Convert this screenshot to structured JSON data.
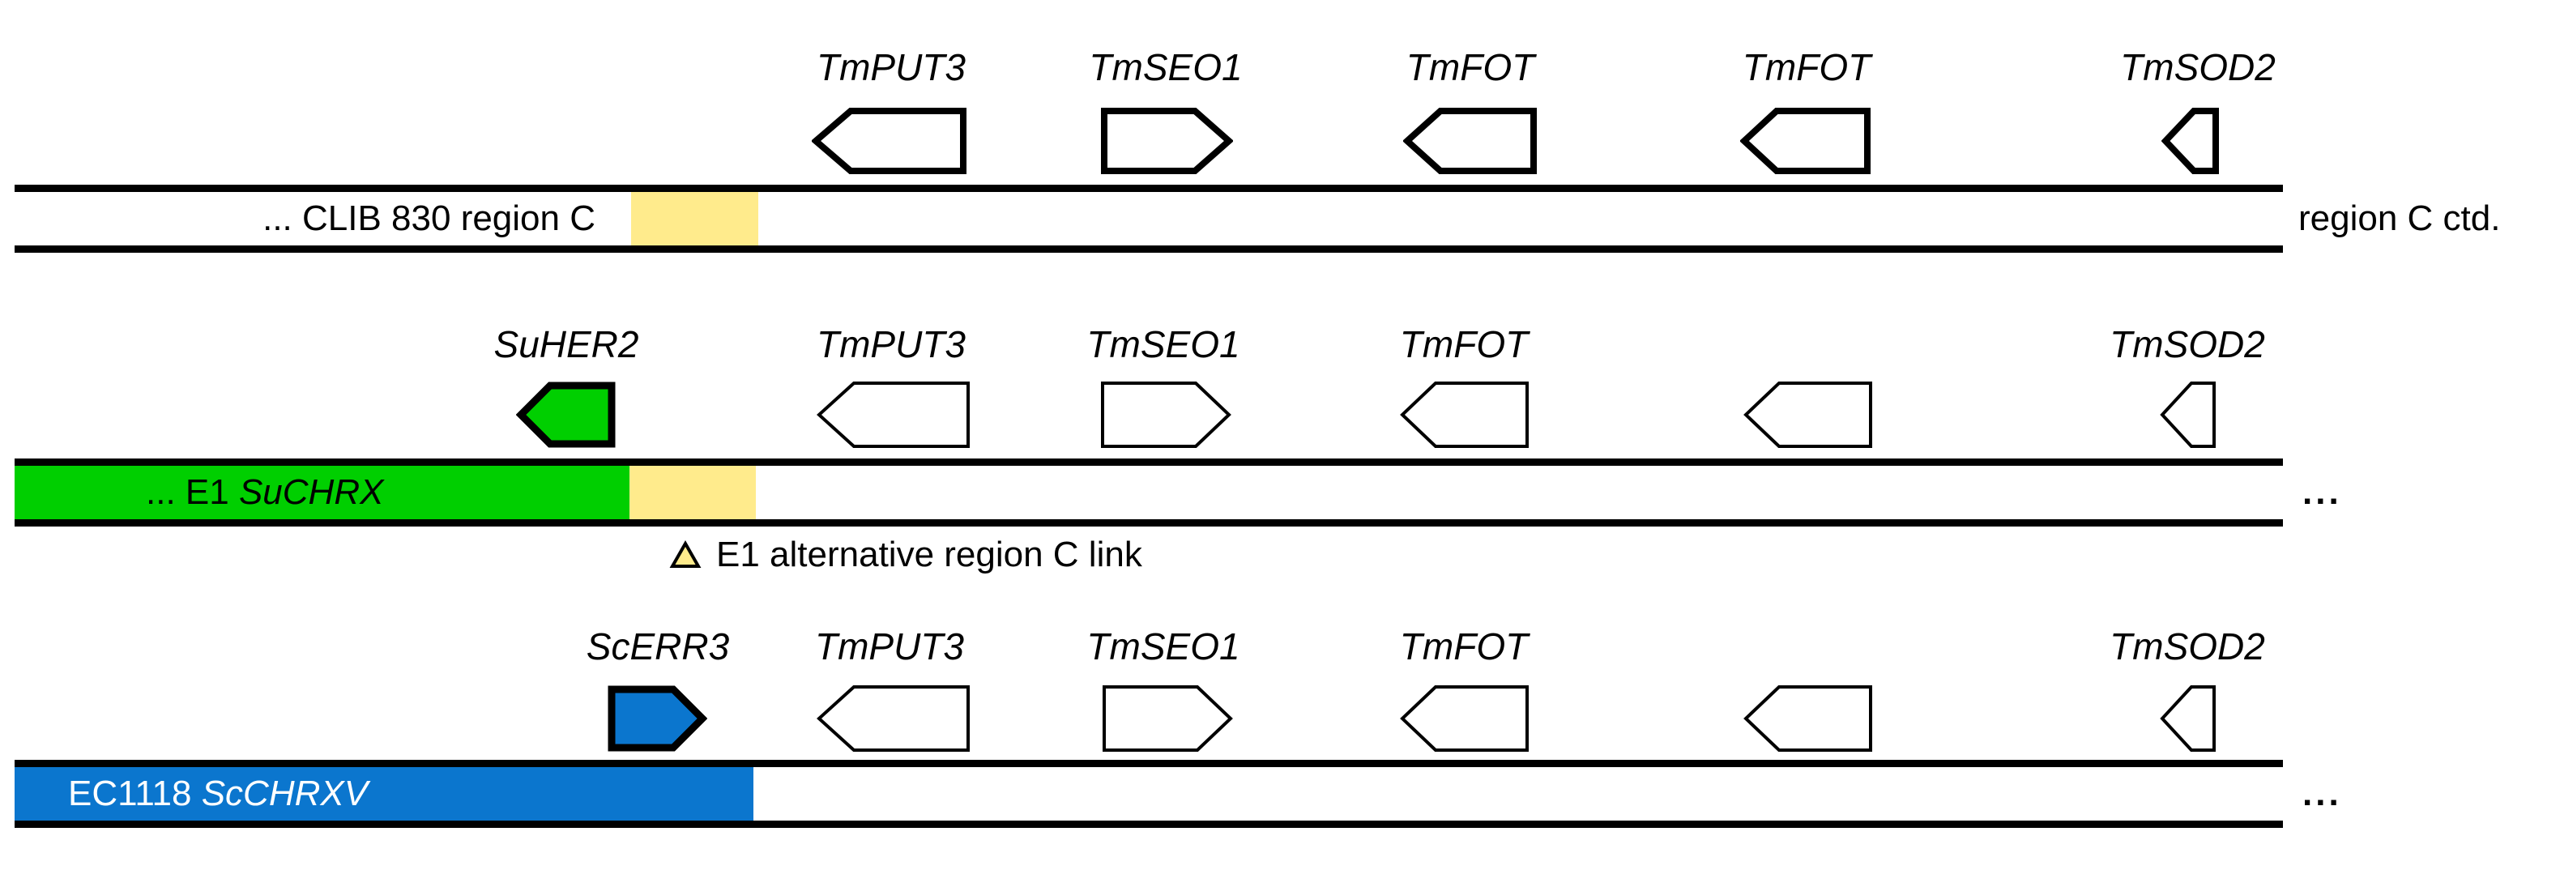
{
  "diagram": {
    "colors": {
      "green": "#00CF00",
      "blue": "#0B76CE",
      "yellow": "#FFEB8C",
      "outline": "#000000",
      "track_fill": "#FFFFFF"
    },
    "tracks": [
      {
        "name": "CLIB 830 region C",
        "bar_label_plain": "... CLIB 830 region C",
        "bar_label_italic": "",
        "right_label": "region C ctd.",
        "genes": [
          {
            "label": "TmPUT3",
            "direction": "left"
          },
          {
            "label": "TmSEO1",
            "direction": "right"
          },
          {
            "label": "TmFOT",
            "direction": "left"
          },
          {
            "label": "TmFOT",
            "direction": "left"
          },
          {
            "label": "TmSOD2",
            "direction": "left"
          }
        ]
      },
      {
        "name": "E1 SuCHRX",
        "bar_label_plain": "... E1 ",
        "bar_label_italic": "SuCHRX",
        "right_label": "...",
        "genes": [
          {
            "label": "SuHER2",
            "direction": "left",
            "fill": "green"
          },
          {
            "label": "TmPUT3",
            "direction": "left"
          },
          {
            "label": "TmSEO1",
            "direction": "right"
          },
          {
            "label": "TmFOT",
            "direction": "left"
          },
          {
            "label": "",
            "direction": "left"
          },
          {
            "label": "TmSOD2",
            "direction": "left"
          }
        ]
      },
      {
        "name": "EC1118 ScCHRXV",
        "bar_label_plain": "EC1118 ",
        "bar_label_italic": "ScCHRXV",
        "right_label": "...",
        "genes": [
          {
            "label": "ScERR3",
            "direction": "right",
            "fill": "blue"
          },
          {
            "label": "TmPUT3",
            "direction": "left"
          },
          {
            "label": "TmSEO1",
            "direction": "right"
          },
          {
            "label": "TmFOT",
            "direction": "left"
          },
          {
            "label": "",
            "direction": "left"
          },
          {
            "label": "TmSOD2",
            "direction": "left"
          }
        ]
      }
    ],
    "legend": {
      "symbol": "triangle-icon",
      "text": "E1 alternative region C link"
    }
  }
}
